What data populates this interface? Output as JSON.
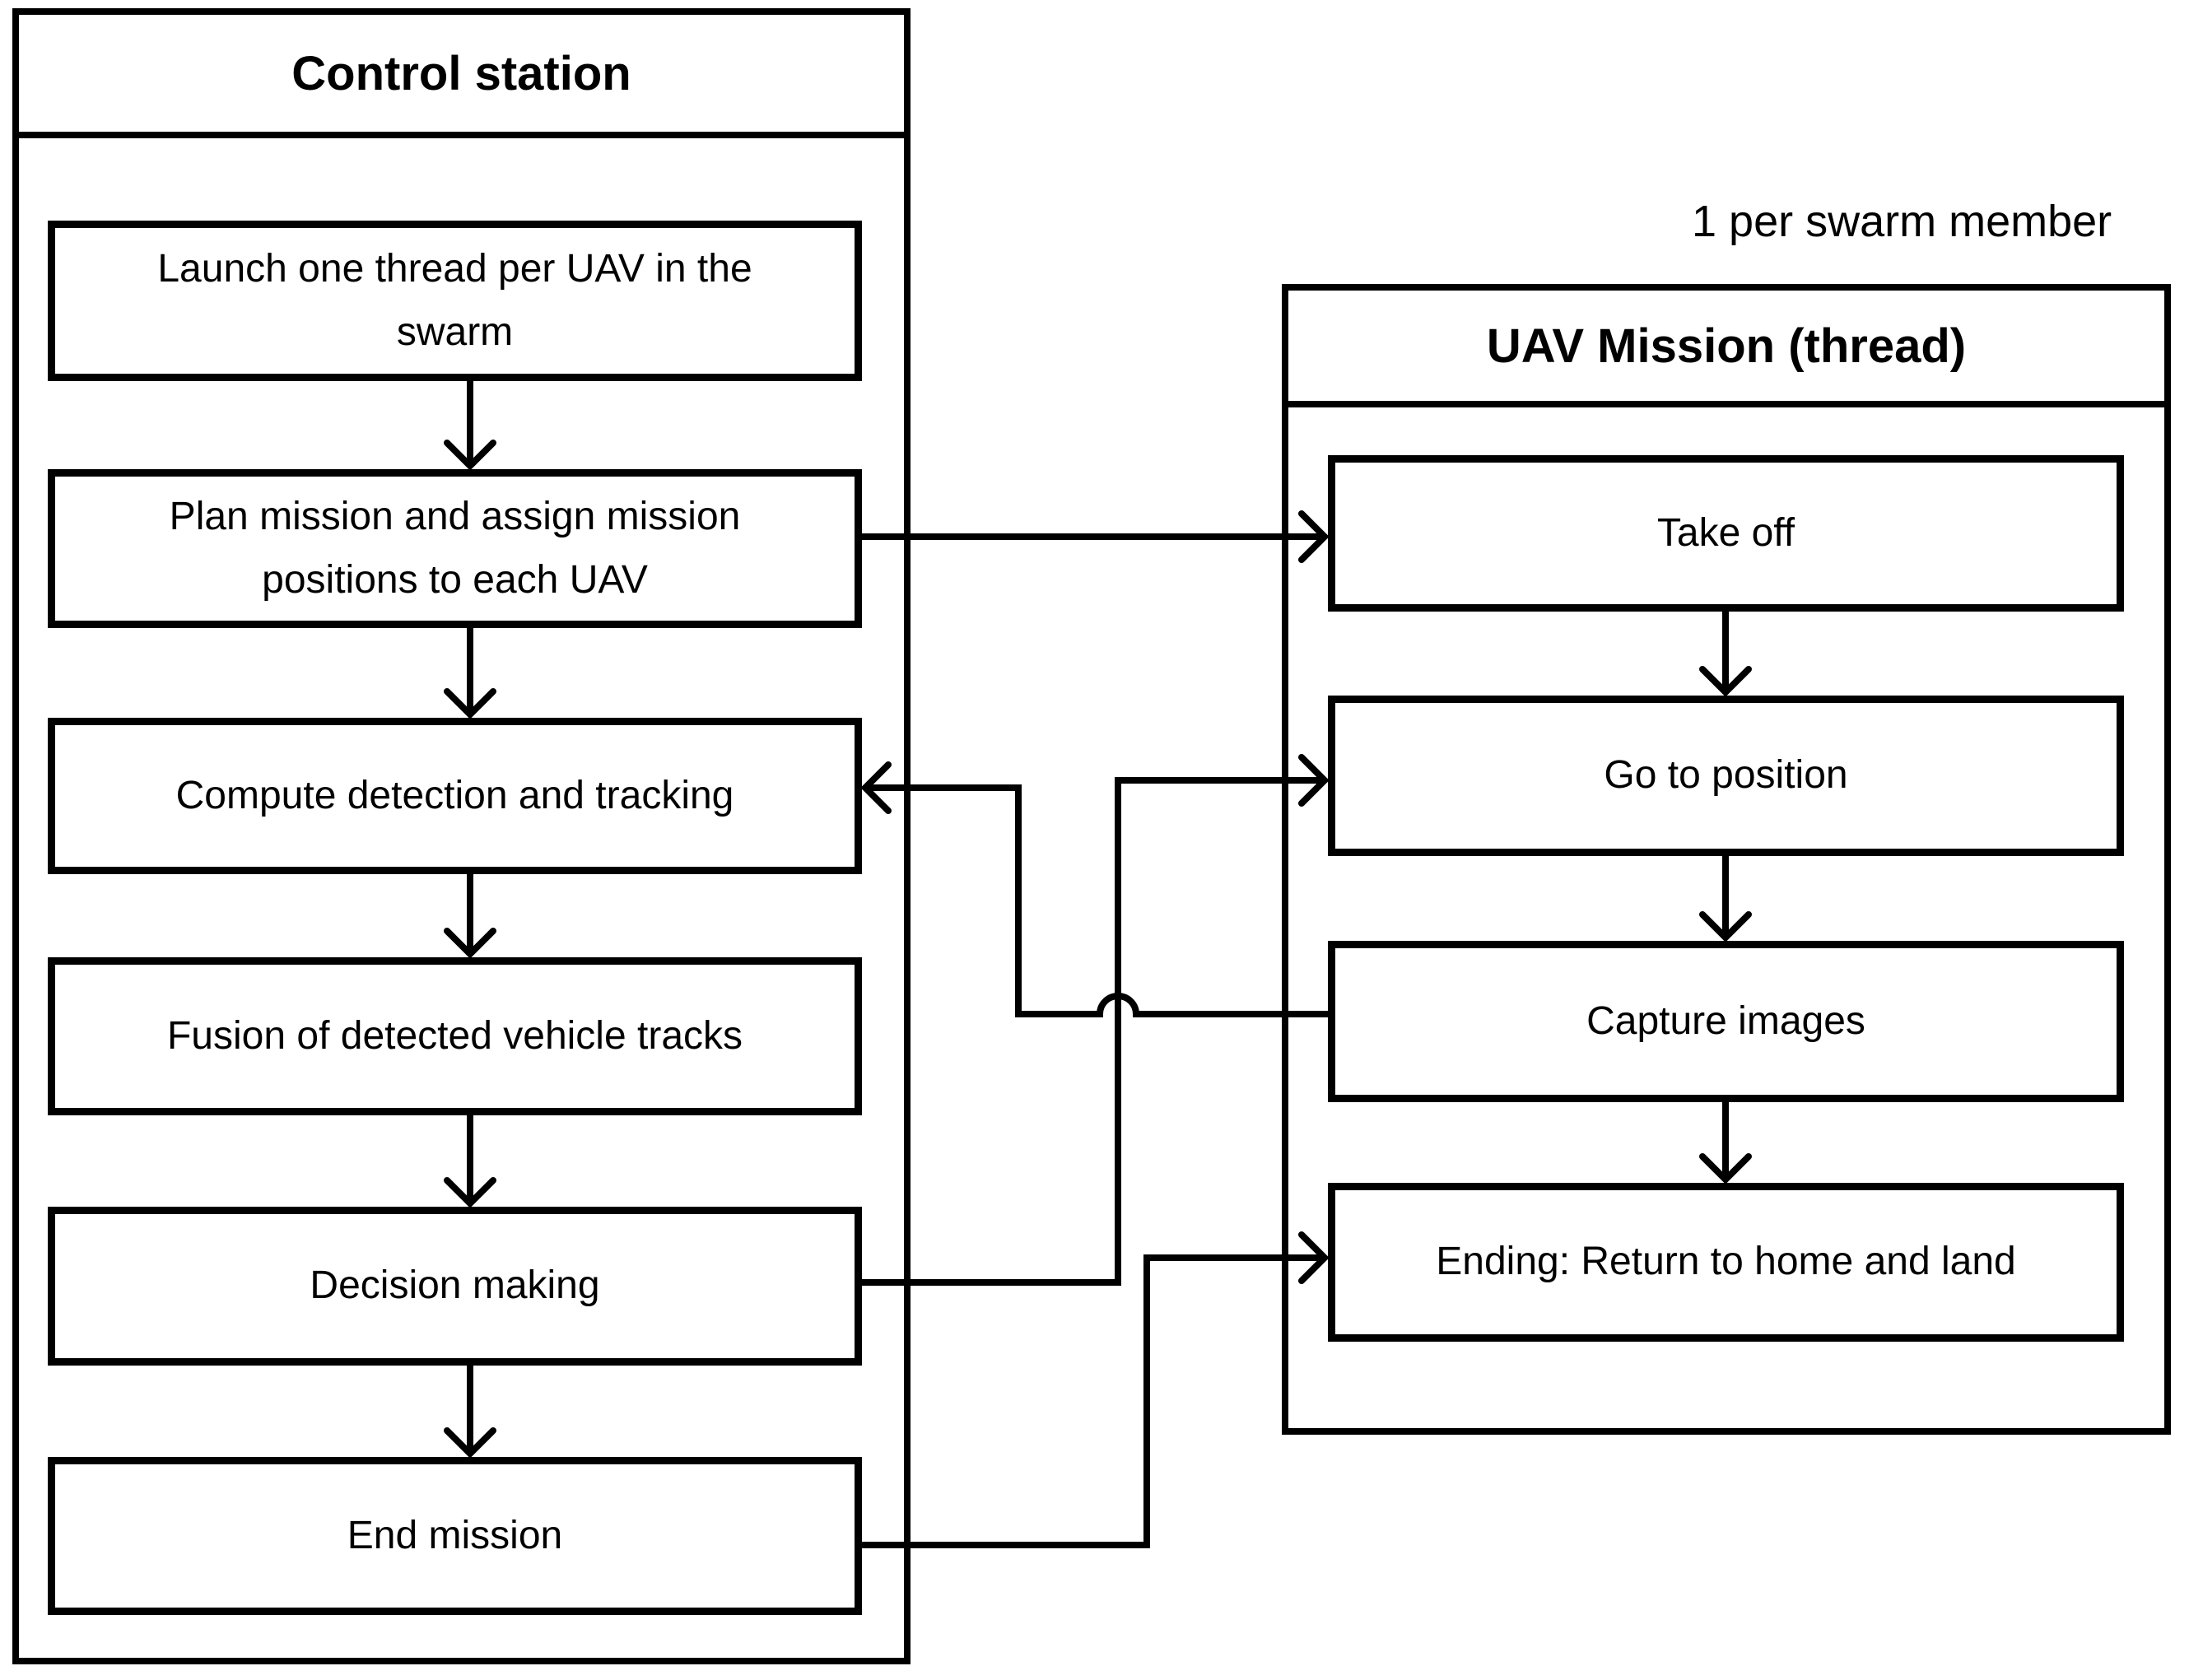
{
  "control_station": {
    "title": "Control station",
    "steps": [
      "Launch one thread per UAV in the swarm",
      "Plan mission and assign mission positions to each UAV",
      "Compute detection and tracking",
      "Fusion of detected vehicle tracks",
      "Decision making",
      "End mission"
    ]
  },
  "uav_mission": {
    "annotation": "1 per swarm member",
    "title": "UAV Mission (thread)",
    "steps": [
      "Take off",
      "Go to position",
      "Capture images",
      "Ending: Return to home and land"
    ]
  },
  "connections": [
    {
      "from": "Launch one thread per UAV in the swarm",
      "to": "Plan mission and assign mission positions to each UAV"
    },
    {
      "from": "Plan mission and assign mission positions to each UAV",
      "to": "Compute detection and tracking"
    },
    {
      "from": "Compute detection and tracking",
      "to": "Fusion of detected vehicle tracks"
    },
    {
      "from": "Fusion of detected vehicle tracks",
      "to": "Decision making"
    },
    {
      "from": "Decision making",
      "to": "End mission"
    },
    {
      "from": "Take off",
      "to": "Go to position"
    },
    {
      "from": "Go to position",
      "to": "Capture images"
    },
    {
      "from": "Capture images",
      "to": "Ending: Return to home and land"
    },
    {
      "from": "Plan mission and assign mission positions to each UAV",
      "to": "Take off"
    },
    {
      "from": "Capture images",
      "to": "Compute detection and tracking"
    },
    {
      "from": "Decision making",
      "to": "Go to position"
    },
    {
      "from": "End mission",
      "to": "Ending: Return to home and land"
    }
  ],
  "colors": {
    "line": "#000000",
    "background": "#ffffff",
    "text": "#000000"
  }
}
